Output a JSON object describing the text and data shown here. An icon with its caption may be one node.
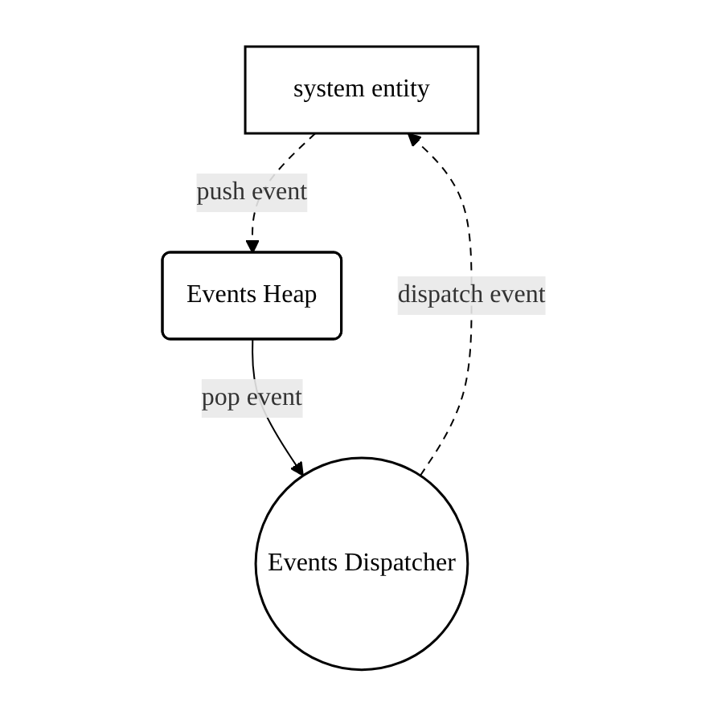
{
  "diagram": {
    "nodes": [
      {
        "text": [
          "system entity"
        ]
      },
      {
        "text": [
          "Events Dispatcher"
        ]
      },
      {
        "text": [
          "Events Heap"
        ]
      }
    ],
    "edges": [
      {
        "from": 0,
        "to": 2,
        "arrow": "to",
        "label": "push event",
        "style": "dashed"
      },
      {
        "from": 1,
        "to": 0,
        "arrow": "to",
        "label": "dispatch event",
        "style": "dashed"
      },
      {
        "from": 2,
        "to": 1,
        "arrow": "to",
        "label": "pop event"
      }
    ]
  }
}
